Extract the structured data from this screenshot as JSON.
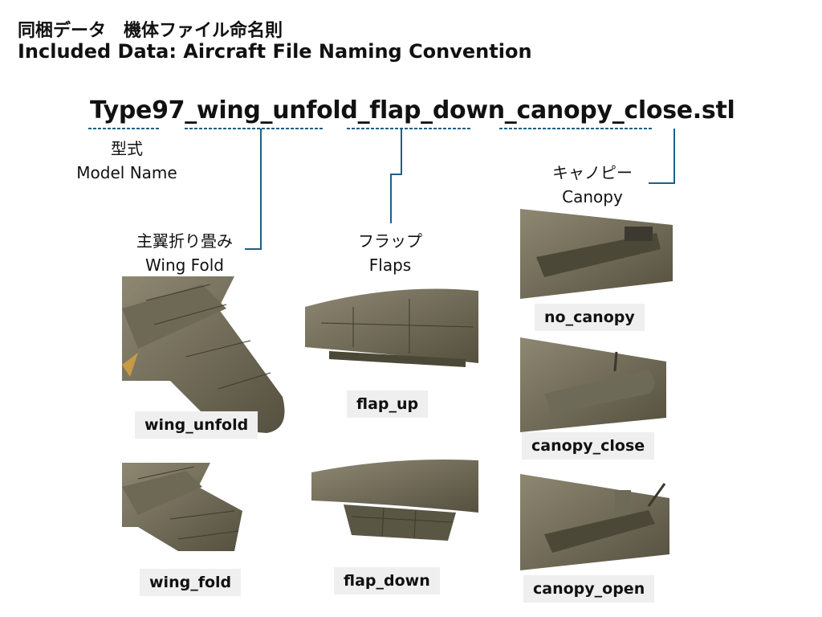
{
  "title": {
    "jp": "同梱データ　機体ファイル命名則",
    "en": "Included Data: Aircraft File Naming Convention"
  },
  "filename": "Type97_wing_unfold_flap_down_canopy_close.stl",
  "segments": {
    "model": {
      "jp": "型式",
      "en": "Model Name"
    },
    "wing": {
      "jp": "主翼折り畳み",
      "en": "Wing Fold"
    },
    "flap": {
      "jp": "フラップ",
      "en": "Flaps"
    },
    "canopy": {
      "jp": "キャノピー",
      "en": "Canopy"
    }
  },
  "variants": {
    "wing_unfold": "wing_unfold",
    "wing_fold": "wing_fold",
    "flap_up": "flap_up",
    "flap_down": "flap_down",
    "no_canopy": "no_canopy",
    "canopy_close": "canopy_close",
    "canopy_open": "canopy_open"
  },
  "colors": {
    "accent": "#1f5f86",
    "metal_dark": "#5f5a48",
    "metal_light": "#a9a48e",
    "tag_bg": "#efefef"
  }
}
